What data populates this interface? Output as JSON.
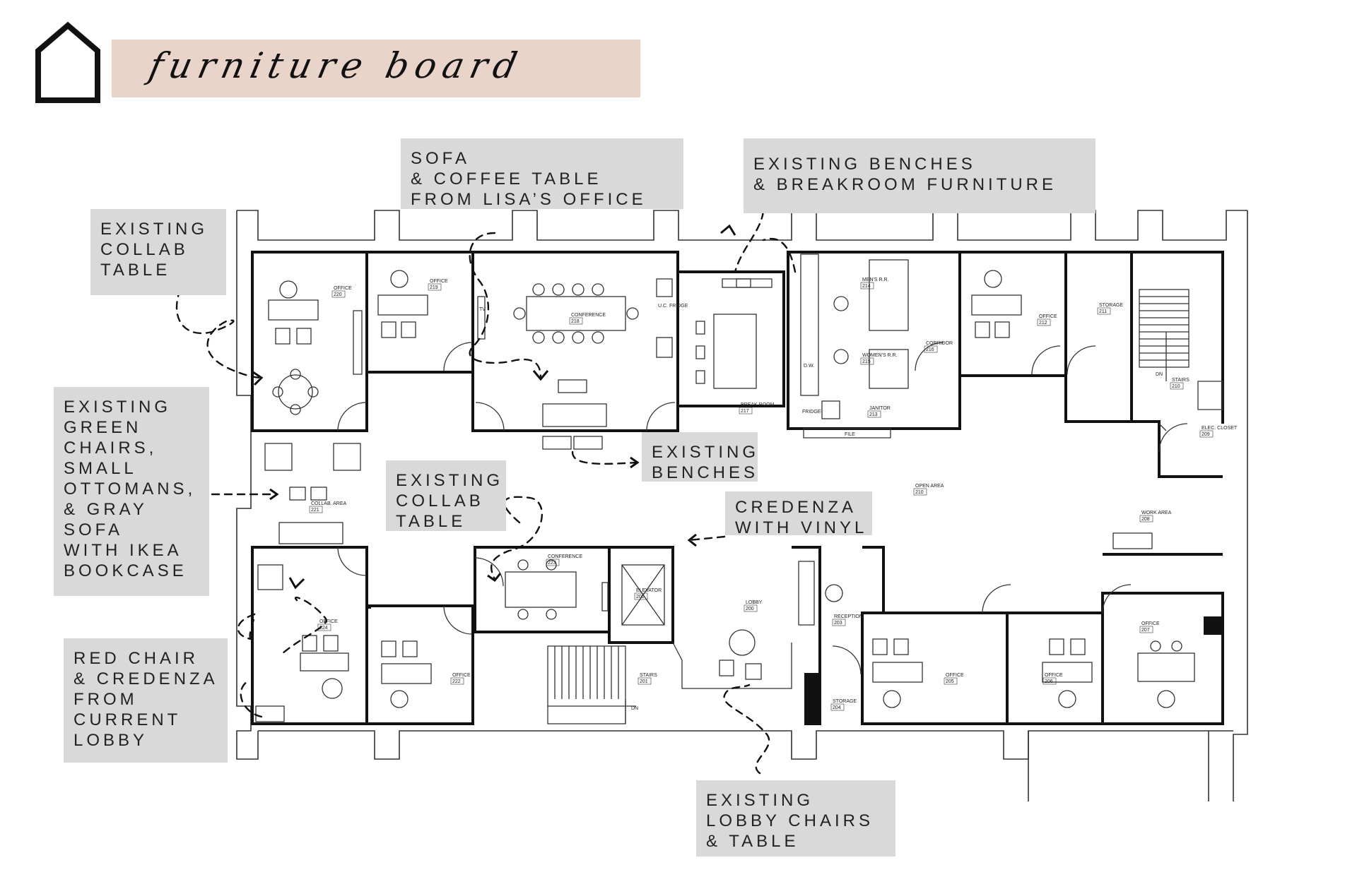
{
  "header": {
    "title": "furniture board",
    "home_icon": "house-outline-icon"
  },
  "labels": [
    {
      "id": "sofa-coffee-table",
      "lines": [
        "SOFA",
        "& COFFEE TABLE",
        "FROM LISA’S OFFICE"
      ]
    },
    {
      "id": "benches-breakroom",
      "lines": [
        "EXISTING BENCHES",
        "& BREAKROOM FURNITURE"
      ]
    },
    {
      "id": "collab-table-1",
      "lines": [
        "EXISTING",
        "COLLAB",
        "TABLE"
      ]
    },
    {
      "id": "green-chairs",
      "lines": [
        "EXISTING",
        "GREEN",
        "CHAIRS,",
        "SMALL",
        "OTTOMANS,",
        "& GRAY",
        "SOFA",
        "WITH IKEA",
        "BOOKCASE"
      ]
    },
    {
      "id": "collab-table-2",
      "lines": [
        "EXISTING",
        "COLLAB",
        "TABLE"
      ]
    },
    {
      "id": "existing-benches",
      "lines": [
        "EXISTING",
        "BENCHES"
      ]
    },
    {
      "id": "credenza-vinyl",
      "lines": [
        "CREDENZA",
        "WITH VINYL"
      ]
    },
    {
      "id": "red-chair",
      "lines": [
        "RED CHAIR",
        "& CREDENZA",
        "FROM",
        "CURRENT",
        "LOBBY"
      ]
    },
    {
      "id": "lobby-chairs",
      "lines": [
        "EXISTING",
        "LOBBY CHAIRS",
        "& TABLE"
      ]
    }
  ],
  "rooms": [
    {
      "name": "OFFICE",
      "num": "220"
    },
    {
      "name": "OFFICE",
      "num": "219"
    },
    {
      "name": "CONFERENCE",
      "num": "218"
    },
    {
      "name": "BREAK ROOM",
      "num": "217"
    },
    {
      "name": "MEN'S R.R.",
      "num": "214"
    },
    {
      "name": "WOMEN'S R.R.",
      "num": "215"
    },
    {
      "name": "CORRIDOR",
      "num": "216"
    },
    {
      "name": "JANITOR",
      "num": "213"
    },
    {
      "name": "OFFICE",
      "num": "212"
    },
    {
      "name": "STORAGE",
      "num": "211"
    },
    {
      "name": "STAIRS",
      "num": "210"
    },
    {
      "name": "ELEC. CLOSET",
      "num": "209"
    },
    {
      "name": "OPEN AREA",
      "num": "210"
    },
    {
      "name": "WORK AREA",
      "num": "208"
    },
    {
      "name": "COLLAB. AREA",
      "num": "221"
    },
    {
      "name": "CONFERENCE",
      "num": "223"
    },
    {
      "name": "ELEVATOR",
      "num": "200"
    },
    {
      "name": "LOBBY",
      "num": "200"
    },
    {
      "name": "RECEPTION",
      "num": "203"
    },
    {
      "name": "OFFICE",
      "num": "224"
    },
    {
      "name": "OFFICE",
      "num": "222"
    },
    {
      "name": "STAIRS",
      "num": "201"
    },
    {
      "name": "STORAGE",
      "num": "204"
    },
    {
      "name": "OFFICE",
      "num": "205"
    },
    {
      "name": "OFFICE",
      "num": "206"
    },
    {
      "name": "OFFICE",
      "num": "207"
    }
  ],
  "fixtures": {
    "tv": "TV",
    "fridge_uc": "U.C. FRIDGE",
    "fridge": "FRIDGE",
    "dw": "D.W.",
    "file": "FILE",
    "dn": "DN"
  }
}
